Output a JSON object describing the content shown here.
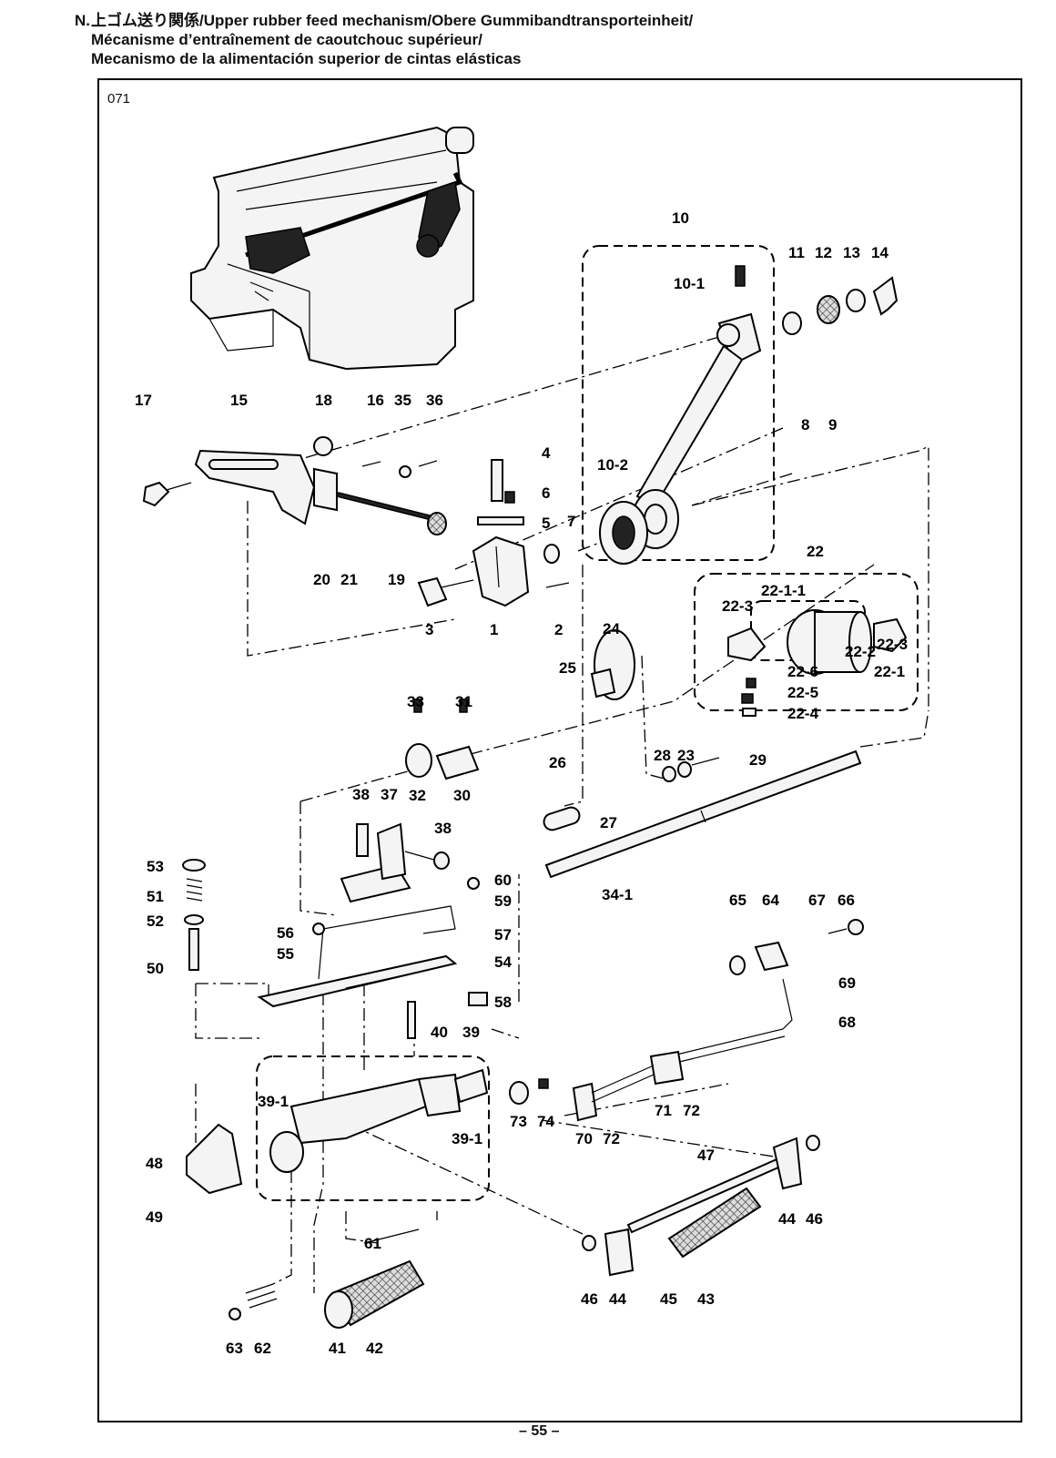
{
  "header": {
    "section_letter": "N.",
    "title_line1": "上ゴム送り関係/Upper rubber feed mechanism/Obere Gummibandtransporteinheit/",
    "title_line2": "Mécanisme d’entraînement de caoutchouc supérieur/",
    "title_line3": "Mecanismo de la alimentación superior de cintas elásticas"
  },
  "figure_number": "071",
  "page_number": "– 55 –",
  "part_labels": [
    "10",
    "10-1",
    "11",
    "12",
    "13",
    "14",
    "10-2",
    "17",
    "15",
    "18",
    "16",
    "35",
    "36",
    "4",
    "6",
    "5",
    "7",
    "8",
    "9",
    "20",
    "21",
    "19",
    "3",
    "1",
    "2",
    "22",
    "22-1-1",
    "22-3",
    "22-3",
    "22-2",
    "22-6",
    "22-5",
    "22-4",
    "22-1",
    "24",
    "25",
    "33",
    "31",
    "32",
    "30",
    "28",
    "23",
    "29",
    "26",
    "27",
    "38",
    "37",
    "38",
    "53",
    "51",
    "52",
    "50",
    "60",
    "59",
    "56",
    "55",
    "57",
    "54",
    "58",
    "34-1",
    "65",
    "64",
    "67",
    "66",
    "69",
    "68",
    "40",
    "39",
    "39-1",
    "39-1",
    "48",
    "49",
    "73",
    "74",
    "70",
    "72",
    "71",
    "72",
    "47",
    "44",
    "46",
    "61",
    "63",
    "62",
    "41",
    "42",
    "46",
    "44",
    "45",
    "43"
  ]
}
